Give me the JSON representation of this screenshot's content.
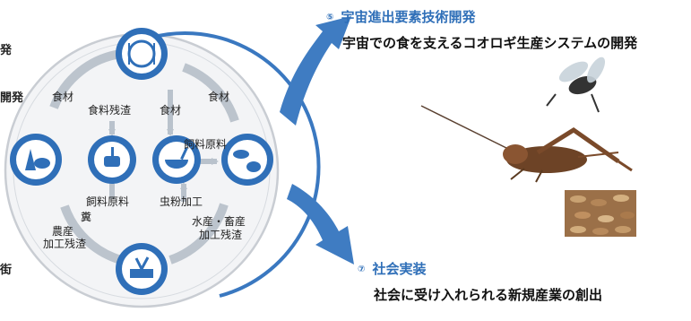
{
  "left_edge_fragments": [
    "発",
    "開発",
    "街"
  ],
  "cycle_labels": {
    "food_material_left": "食材",
    "food_waste": "食料残渣",
    "food_material_mid": "食材",
    "food_material_right": "食材",
    "feed_material_upper": "飼料原料",
    "feed_material_lower": "飼料原料",
    "insect_powder": "虫粉加工",
    "fecal": "糞",
    "agri_residue_line1": "農産",
    "agri_residue_line2": "加工残渣",
    "aqua_residue_line1": "水産・畜産",
    "aqua_residue_line2": "加工残渣"
  },
  "items": [
    {
      "number": "⑤",
      "title": "宇宙進出要素技術開発",
      "description": "宇宙での食を支えるコオロギ生産システムの開発"
    },
    {
      "number": "⑦",
      "title": "社会実装",
      "description": "社会に受け入れられる新規産業の創出"
    }
  ],
  "icons": [
    "plate-cutlery",
    "grain-vegetables",
    "mortar-processing",
    "bowl-spoon",
    "fish-meat",
    "seedling-crate"
  ],
  "colors": {
    "accent": "#2f6fb8",
    "ring": "#4a86c9",
    "icon_fill": "#ffffff"
  }
}
